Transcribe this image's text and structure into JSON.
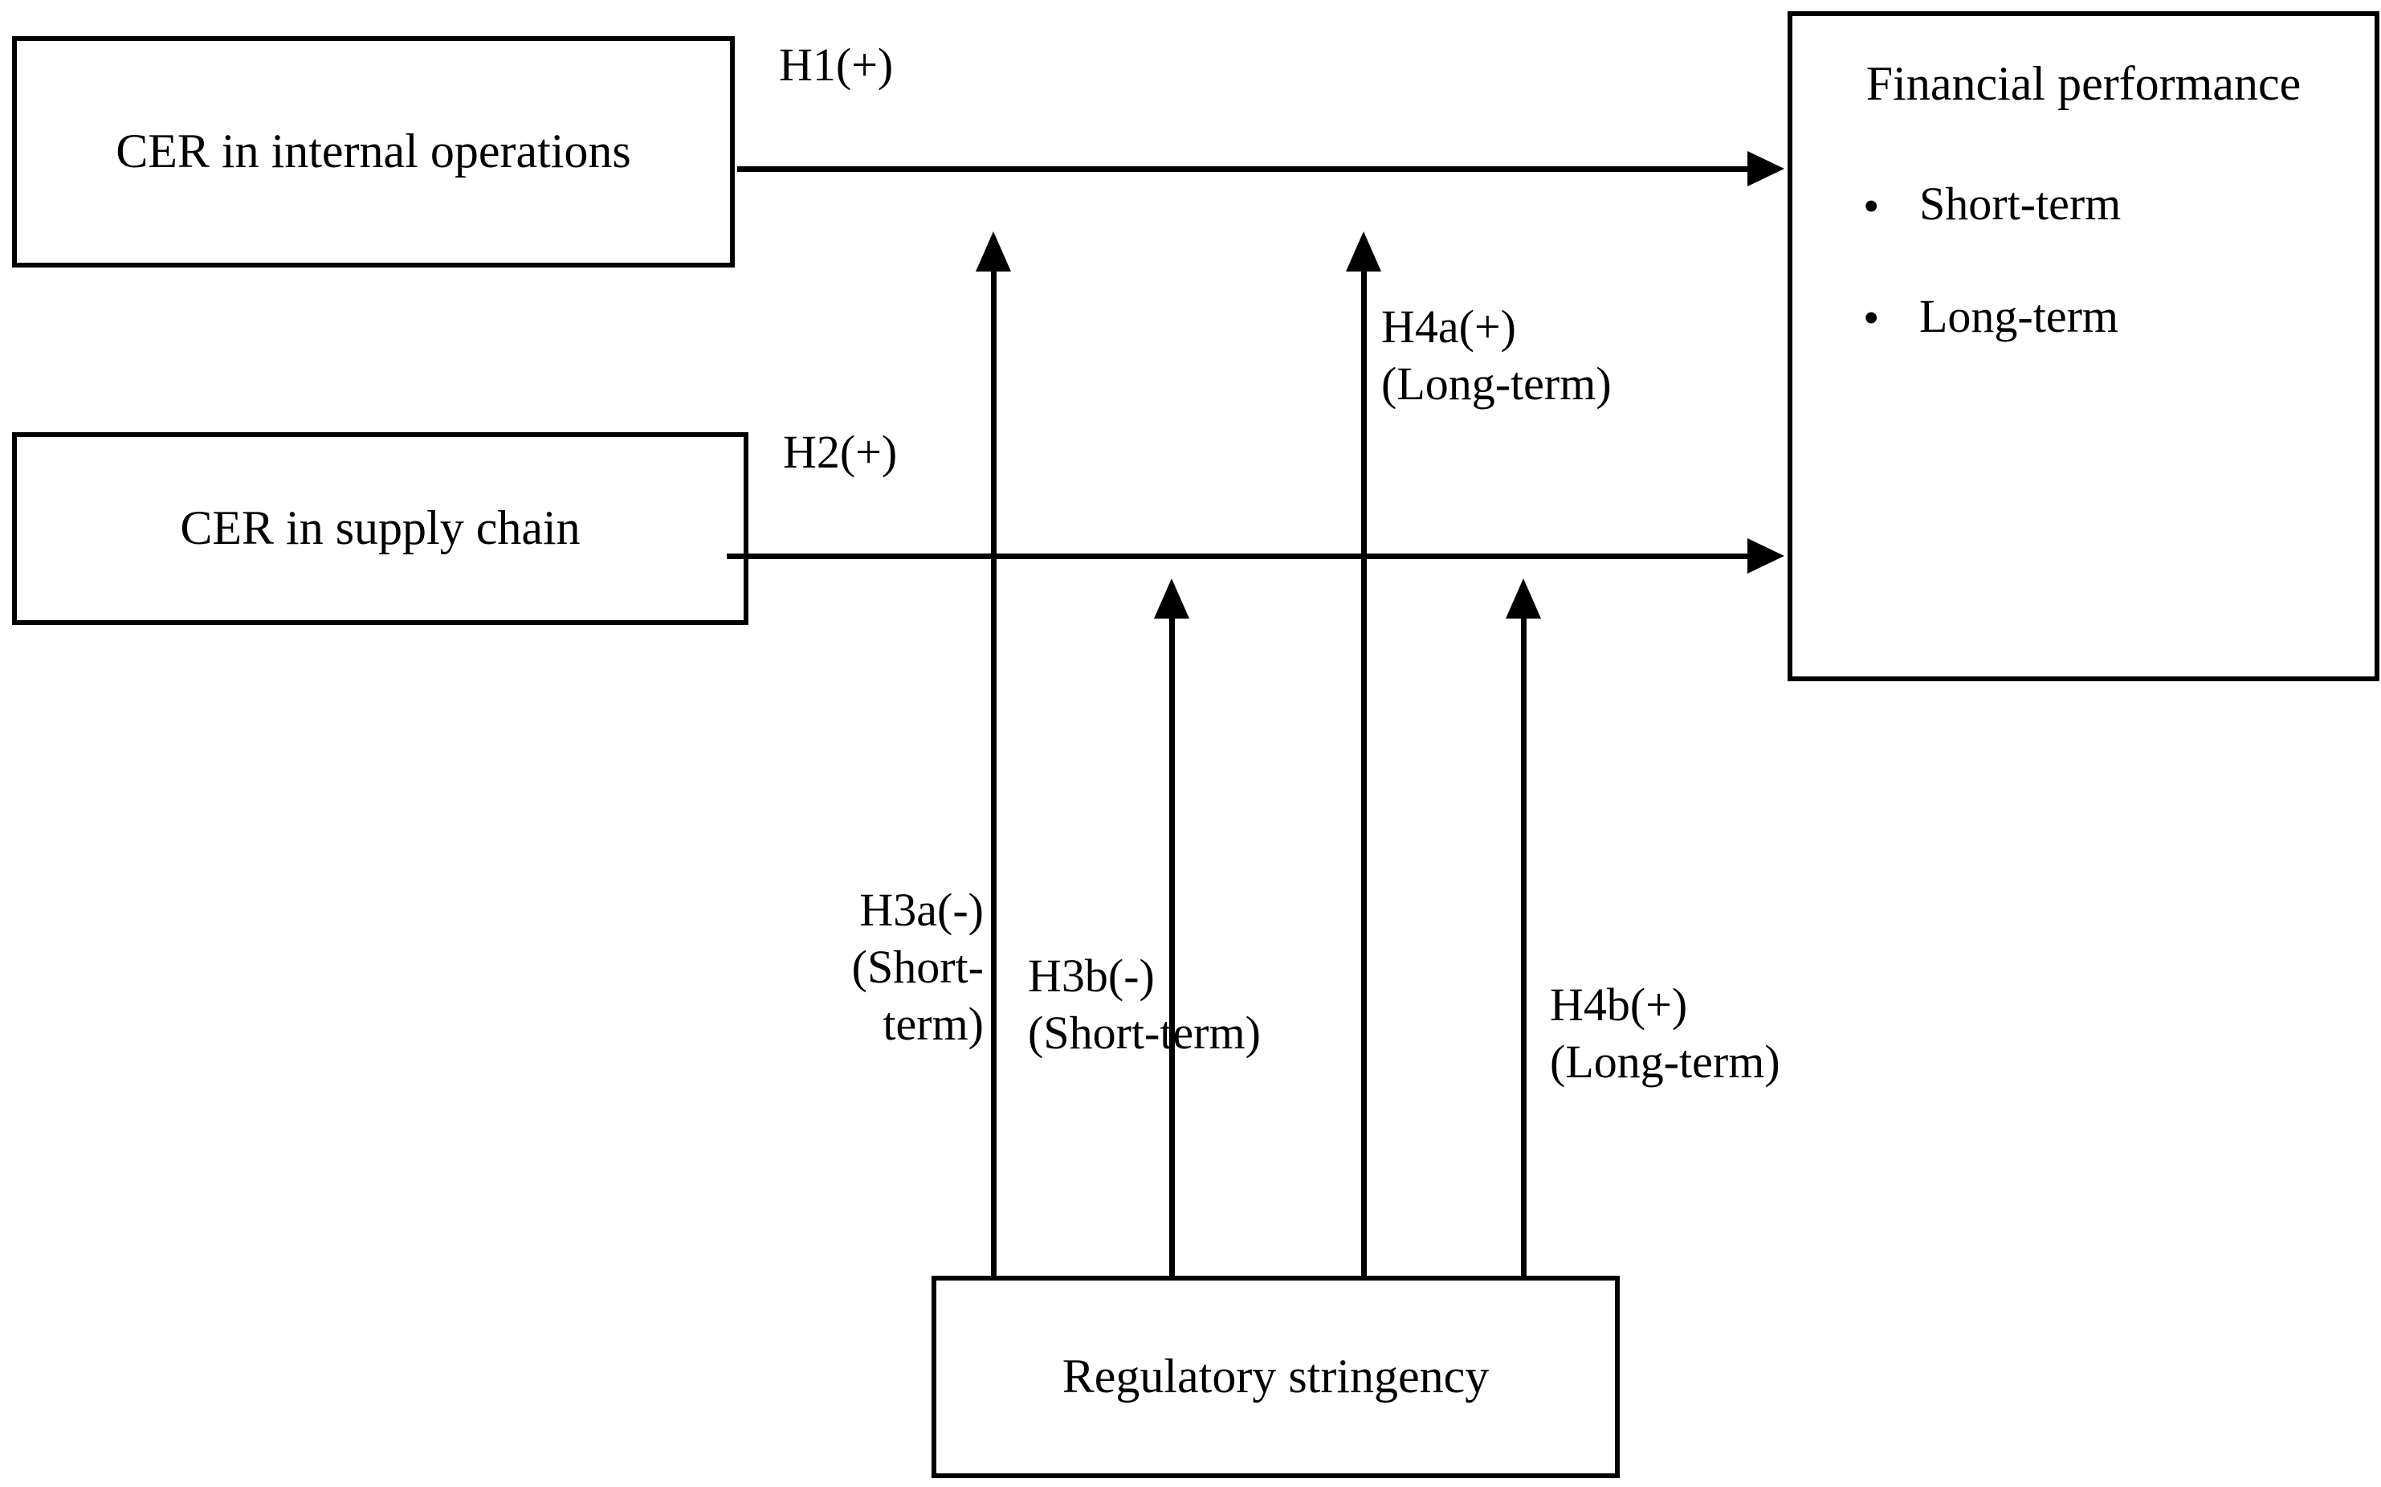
{
  "diagram": {
    "type": "conceptual-research-model",
    "nodes": {
      "cer_internal": {
        "label": "CER in internal\noperations"
      },
      "cer_supply": {
        "label": "CER in supply chain"
      },
      "regulatory": {
        "label": "Regulatory stringency"
      },
      "financial": {
        "label": "Financial\nperformance",
        "bullet_glyph": "•",
        "bullets": [
          {
            "text": "Short-term"
          },
          {
            "text": "Long-term"
          }
        ]
      }
    },
    "edges": [
      {
        "id": "H1",
        "label": "H1(+)",
        "sign": "+",
        "from": "cer_internal",
        "to": "financial",
        "qualifier": ""
      },
      {
        "id": "H2",
        "label": "H2(+)",
        "sign": "+",
        "from": "cer_supply",
        "to": "financial",
        "qualifier": ""
      },
      {
        "id": "H3a",
        "label": "H3a(-)\n(Short-term)",
        "sign": "-",
        "from": "regulatory",
        "to": "H1-path",
        "qualifier": "(Short-term)"
      },
      {
        "id": "H3b",
        "label": "H3b(-)\n(Short-term)",
        "sign": "-",
        "from": "regulatory",
        "to": "H2-path",
        "qualifier": "(Short-term)"
      },
      {
        "id": "H4a",
        "label": "H4a(+)\n(Long-term)",
        "sign": "+",
        "from": "regulatory",
        "to": "H1-path",
        "qualifier": "(Long-term)"
      },
      {
        "id": "H4b",
        "label": "H4b(+)\n(Long-term)",
        "sign": "+",
        "from": "regulatory",
        "to": "H2-path",
        "qualifier": "(Long-term)"
      }
    ],
    "colors": {
      "stroke": "#000000",
      "background": "#ffffff"
    }
  }
}
